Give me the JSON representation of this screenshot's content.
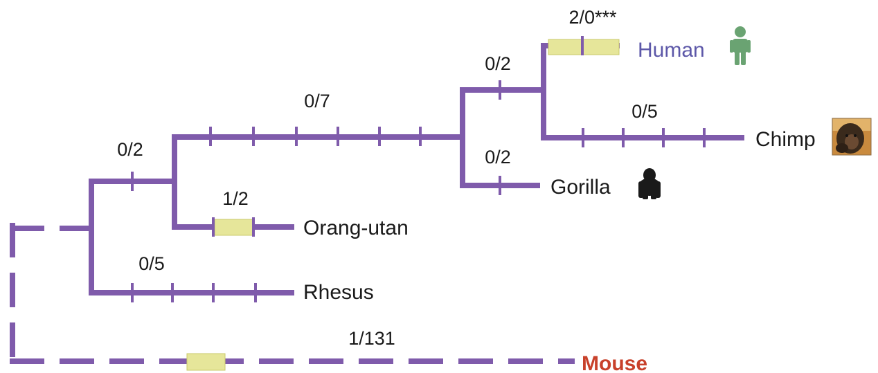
{
  "colors": {
    "branch": "#7f5bab",
    "box_fill": "#e6e69a",
    "box_stroke": "#c9c96a",
    "text": "#1a1a1a",
    "human": "#5c57a8",
    "mouse": "#c8412b",
    "human_icon": "#6aa372"
  },
  "taxa": {
    "human": "Human",
    "chimp": "Chimp",
    "gorilla": "Gorilla",
    "orangutan": "Orang-utan",
    "rhesus": "Rhesus",
    "mouse": "Mouse"
  },
  "branch_counts": {
    "human": "2/0***",
    "human_chimp_ancestor": "0/2",
    "great_ape_stem": "0/7",
    "chimp": "0/5",
    "gorilla": "0/2",
    "hominid_stem": "0/2",
    "orangutan": "1/2",
    "rhesus": "0/5",
    "mouse": "1/131"
  },
  "icons": {
    "human": "human-figure-icon",
    "gorilla": "gorilla-silhouette-icon",
    "chimp": "chimp-photo-icon"
  }
}
